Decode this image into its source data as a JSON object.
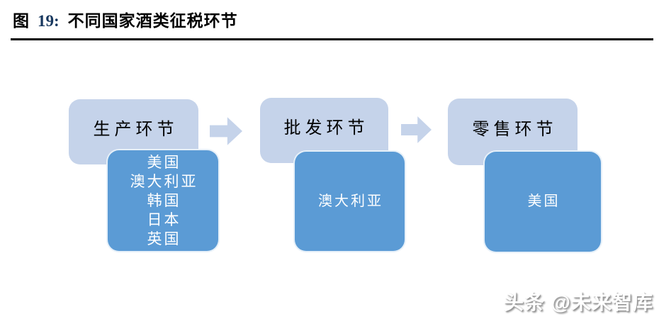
{
  "figure": {
    "label": "图",
    "number": "19:",
    "title": "不同国家酒类征税环节"
  },
  "diagram": {
    "stages": [
      {
        "name": "生产环节",
        "countries": [
          "美国",
          "澳大利亚",
          "韩国",
          "日本",
          "英国"
        ]
      },
      {
        "name": "批发环节",
        "countries": [
          "澳大利亚"
        ]
      },
      {
        "name": "零售环节",
        "countries": [
          "美国"
        ]
      }
    ],
    "arrow_icon": "right-block-arrow"
  },
  "watermark": {
    "text": "头条 @未来智库"
  },
  "colors": {
    "stage_box": "#c5d3ea",
    "country_box": "#5b9bd5",
    "arrow": "#c5d3ea",
    "figure_number": "#17375e",
    "rule": "#000000",
    "country_text": "#ffffff"
  }
}
